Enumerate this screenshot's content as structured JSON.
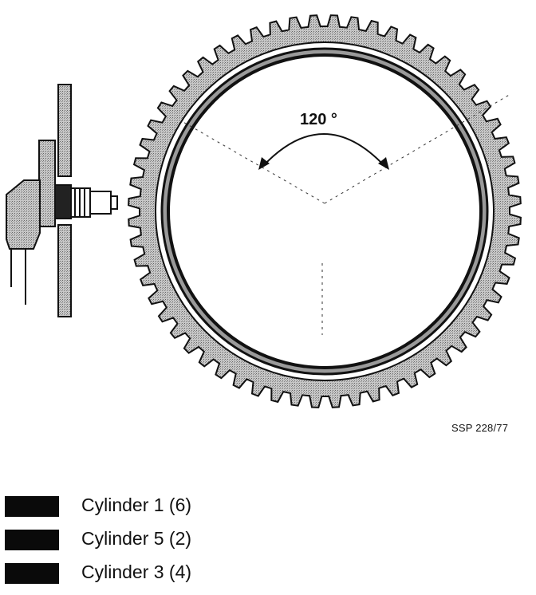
{
  "diagram": {
    "angle_label": "120 °",
    "reference": "SSP 228/77"
  },
  "legend": {
    "items": [
      {
        "label": "Cylinder 1 (6)",
        "color": "#0a0a0a"
      },
      {
        "label": "Cylinder 5 (2)",
        "color": "#0a0a0a"
      },
      {
        "label": "Cylinder 3 (4)",
        "color": "#0a0a0a"
      }
    ]
  },
  "colors": {
    "outline": "#111111",
    "ring_fill": "#b9b9b9",
    "background": "#ffffff"
  }
}
